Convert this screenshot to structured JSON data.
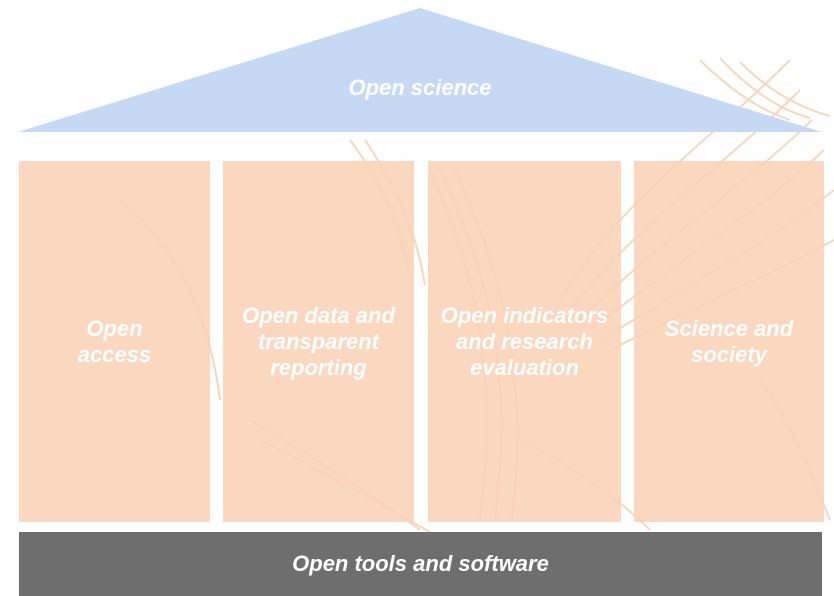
{
  "diagram": {
    "roof": {
      "label": "Open science",
      "color": "#c6d9f4"
    },
    "pillars": [
      {
        "label": "Open access",
        "color": "#f9d2b6"
      },
      {
        "label": "Open data and transparent reporting",
        "color": "#f9d2b6"
      },
      {
        "label": "Open indicators and research evaluation",
        "color": "#f9d2b6"
      },
      {
        "label": "Science and society",
        "color": "#f9d2b6"
      }
    ],
    "foundation": {
      "label": "Open tools and software",
      "color": "#6e6e6e"
    },
    "background_ornament": {
      "color": "#f6c9a2",
      "description_icon": "ornamental-leaf-pattern"
    }
  }
}
